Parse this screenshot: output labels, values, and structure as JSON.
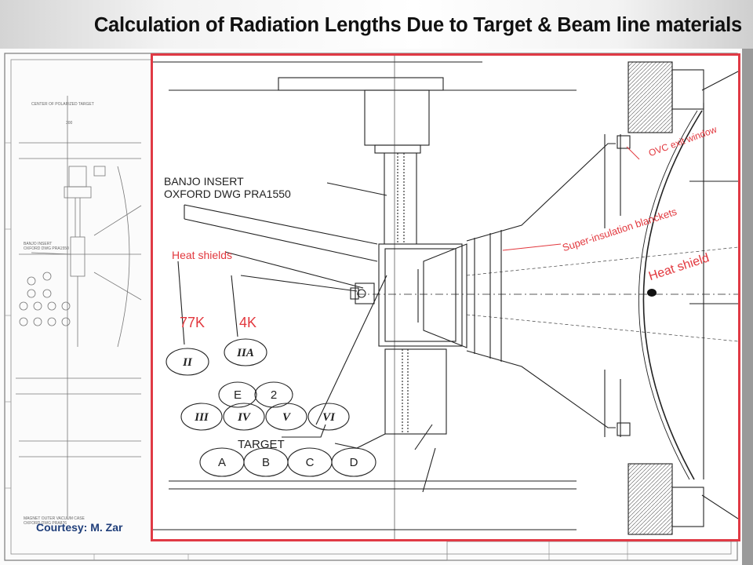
{
  "slide": {
    "title": "Calculation of Radiation Lengths Due to Target & Beam line materials",
    "courtesy": "Courtesy: M. Zar"
  },
  "overlay_labels": {
    "heat_shields": "Heat shields",
    "label_77k": "77K",
    "label_4k": "4K",
    "ovc_exit_window": "OVC exit window",
    "super_insulation": "Super-insulation blanckets",
    "heat_shield": "Heat shield"
  },
  "drawing_labels": {
    "banjo_line1": "BANJO INSERT",
    "banjo_line2": "OXFORD DWG PRA1550",
    "target": "TARGET",
    "bubble_ii": "II",
    "bubble_iia": "IIA",
    "bubble_e": "E",
    "bubble_2": "2",
    "bubble_iii": "III",
    "bubble_iv": "IV",
    "bubble_v": "V",
    "bubble_vi": "VI",
    "bubble_a": "A",
    "bubble_b": "B",
    "bubble_c": "C",
    "bubble_d": "D"
  },
  "colors": {
    "accent_red": "#e2383e",
    "title_text": "#111111",
    "courtesy_text": "#1f3e7a",
    "inset_border": "#e03a45"
  }
}
